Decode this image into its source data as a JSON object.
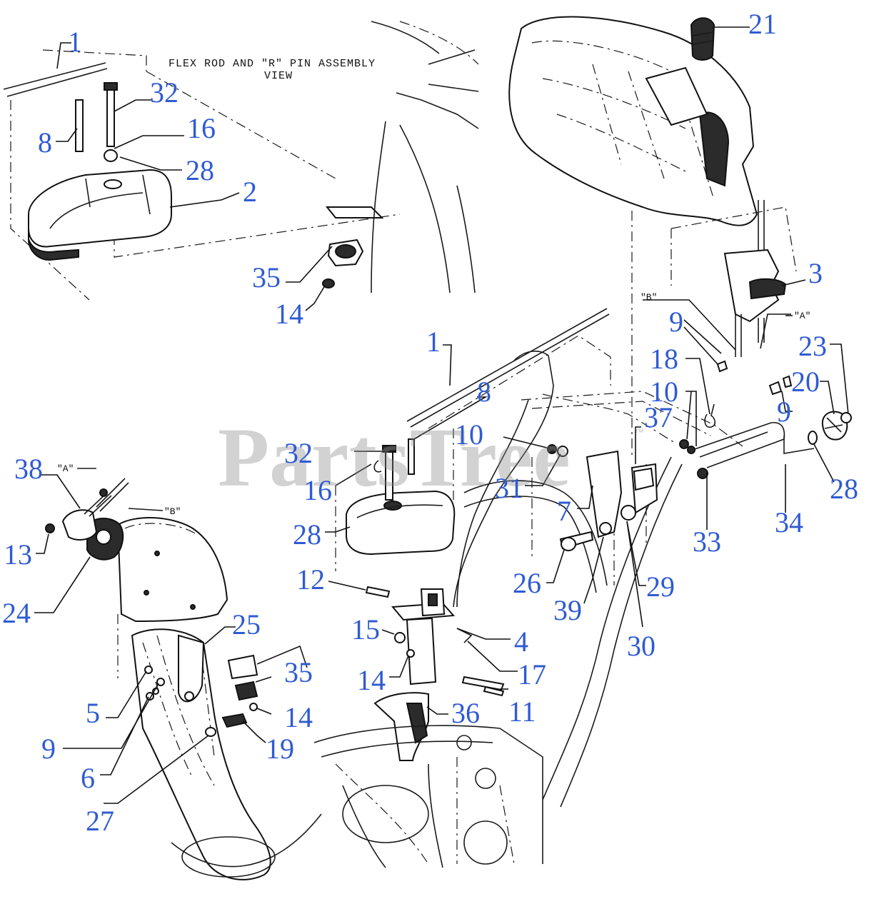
{
  "watermark": {
    "text": "PartsTree",
    "trademark": "™"
  },
  "view_note": {
    "line1": "FLEX ROD AND \"R\" PIN ASSEMBLY",
    "line2": "VIEW"
  },
  "reference_tags": {
    "a": "\"A\"",
    "b": "\"B\""
  },
  "callouts": [
    {
      "id": "c-1-top",
      "label": "1"
    },
    {
      "id": "c-32-top",
      "label": "32"
    },
    {
      "id": "c-16-top",
      "label": "16"
    },
    {
      "id": "c-8-top",
      "label": "8"
    },
    {
      "id": "c-28-top",
      "label": "28"
    },
    {
      "id": "c-2",
      "label": "2"
    },
    {
      "id": "c-35-top",
      "label": "35"
    },
    {
      "id": "c-14-top",
      "label": "14"
    },
    {
      "id": "c-21",
      "label": "21"
    },
    {
      "id": "c-3",
      "label": "3"
    },
    {
      "id": "c-9-a",
      "label": "9"
    },
    {
      "id": "c-18",
      "label": "18"
    },
    {
      "id": "c-10-right",
      "label": "10"
    },
    {
      "id": "c-23",
      "label": "23"
    },
    {
      "id": "c-20",
      "label": "20"
    },
    {
      "id": "c-9-b",
      "label": "9"
    },
    {
      "id": "c-1-mid",
      "label": "1"
    },
    {
      "id": "c-8-mid",
      "label": "8"
    },
    {
      "id": "c-10-mid",
      "label": "10"
    },
    {
      "id": "c-37",
      "label": "37"
    },
    {
      "id": "c-28-right",
      "label": "28"
    },
    {
      "id": "c-34",
      "label": "34"
    },
    {
      "id": "c-33",
      "label": "33"
    },
    {
      "id": "c-32-mid",
      "label": "32"
    },
    {
      "id": "c-16-mid",
      "label": "16"
    },
    {
      "id": "c-31",
      "label": "31"
    },
    {
      "id": "c-7",
      "label": "7"
    },
    {
      "id": "c-28-mid",
      "label": "28"
    },
    {
      "id": "c-26",
      "label": "26"
    },
    {
      "id": "c-29",
      "label": "29"
    },
    {
      "id": "c-39",
      "label": "39"
    },
    {
      "id": "c-30",
      "label": "30"
    },
    {
      "id": "c-12",
      "label": "12"
    },
    {
      "id": "c-15",
      "label": "15"
    },
    {
      "id": "c-4",
      "label": "4"
    },
    {
      "id": "c-14-mid",
      "label": "14"
    },
    {
      "id": "c-17",
      "label": "17"
    },
    {
      "id": "c-11",
      "label": "11"
    },
    {
      "id": "c-36",
      "label": "36"
    },
    {
      "id": "c-38",
      "label": "38"
    },
    {
      "id": "c-13",
      "label": "13"
    },
    {
      "id": "c-24",
      "label": "24"
    },
    {
      "id": "c-25",
      "label": "25"
    },
    {
      "id": "c-35-low",
      "label": "35"
    },
    {
      "id": "c-14-low",
      "label": "14"
    },
    {
      "id": "c-5",
      "label": "5"
    },
    {
      "id": "c-9-low",
      "label": "9"
    },
    {
      "id": "c-19",
      "label": "19"
    },
    {
      "id": "c-6",
      "label": "6"
    },
    {
      "id": "c-27",
      "label": "27"
    }
  ]
}
